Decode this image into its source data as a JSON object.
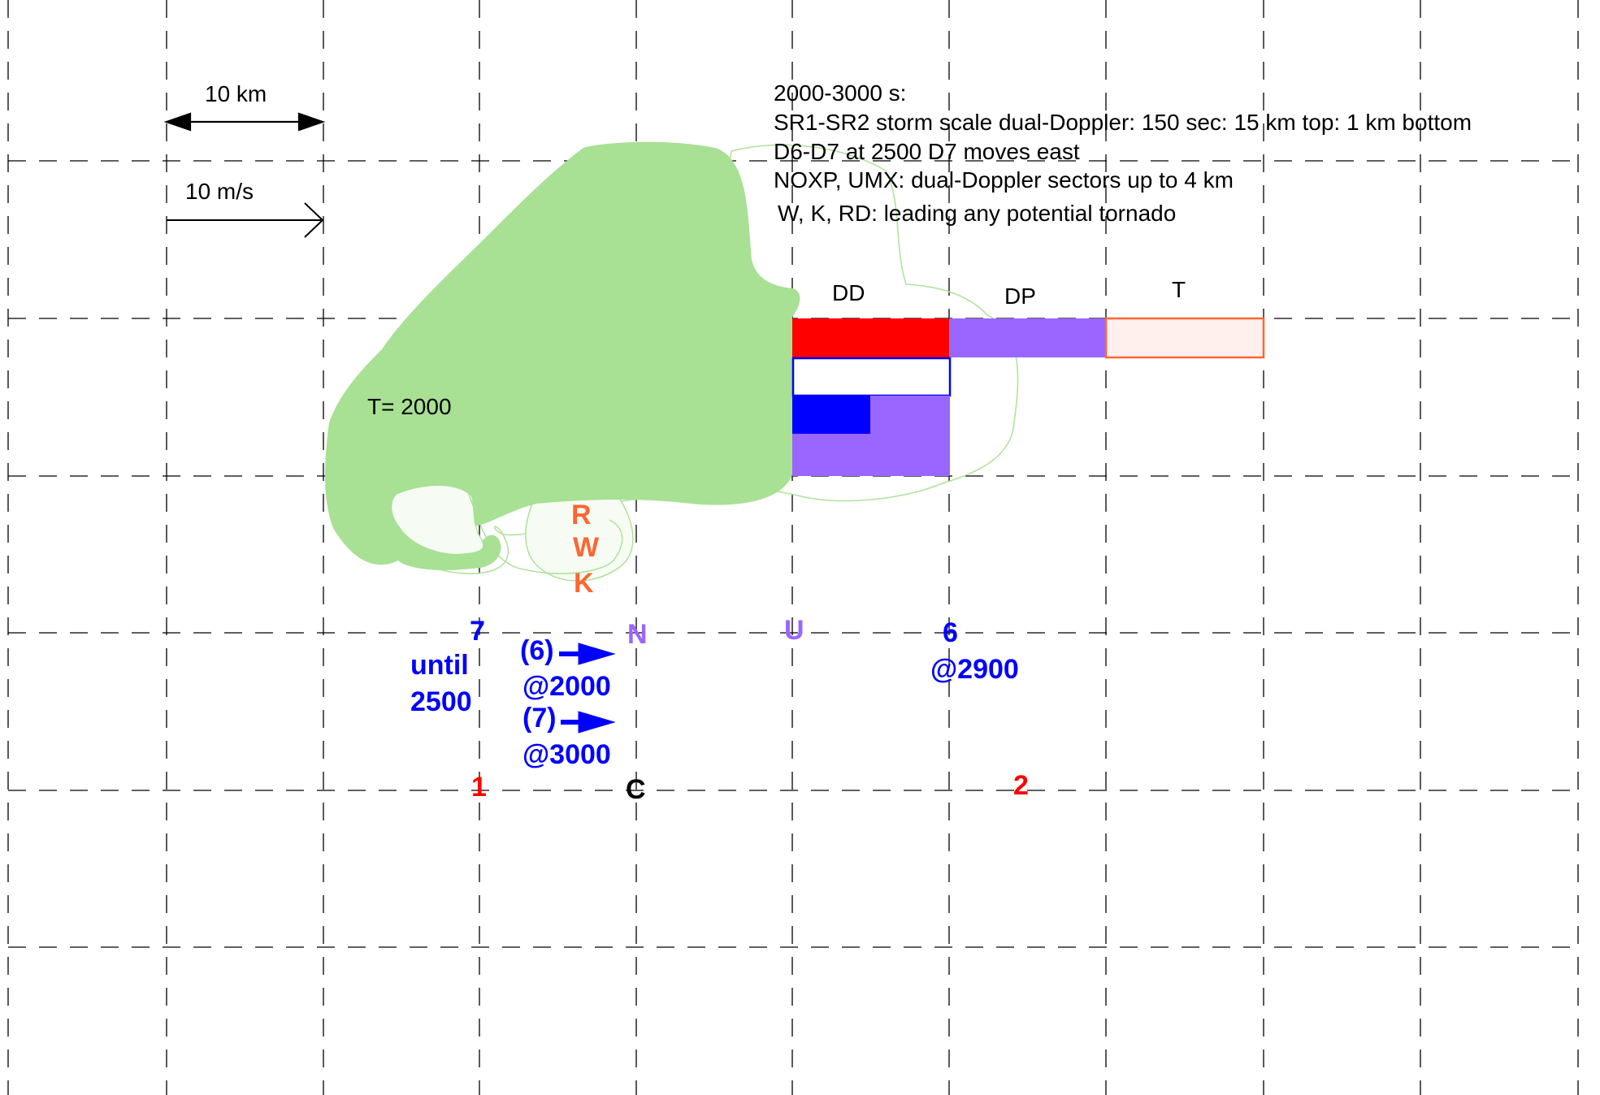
{
  "scale": {
    "distance_label": "10 km",
    "velocity_label": "10 m/s"
  },
  "notes": [
    "2000-3000 s:",
    "SR1-SR2 storm scale dual-Doppler:  150 sec:  15 km top:  1 km bottom",
    "D6-D7 at 2500 D7 moves east",
    "NOXP, UMX: dual-Doppler sectors up to 4 km",
    "W, K, RD: leading any potential tornado"
  ],
  "storm": {
    "time_label": "T= 2000",
    "fill_color": "#a8e094",
    "outline_color": "#a8e094"
  },
  "boxes": {
    "dd_label": "DD",
    "dp_label": "DP",
    "t_label": "T",
    "colors": {
      "red": "#ff0000",
      "purple": "#9966ff",
      "blue": "#0000ff",
      "t_fill": "#fff0ee",
      "t_border": "#ff6633"
    }
  },
  "markers": {
    "r": "R",
    "w": "W",
    "k": "K",
    "orange_color": "#ff6633",
    "seven": "7",
    "until": "until",
    "until_time": "2500",
    "six_paren": "(6)",
    "six_time": "@2000",
    "seven_paren": "(7)",
    "seven_time": "@3000",
    "n": "N",
    "u": "U",
    "six": "6",
    "six_late": "@2900",
    "one": "1",
    "c": "C",
    "two": "2",
    "blue_color": "#0000ff",
    "purple_color": "#9966ff",
    "red_color": "#ff0000"
  }
}
